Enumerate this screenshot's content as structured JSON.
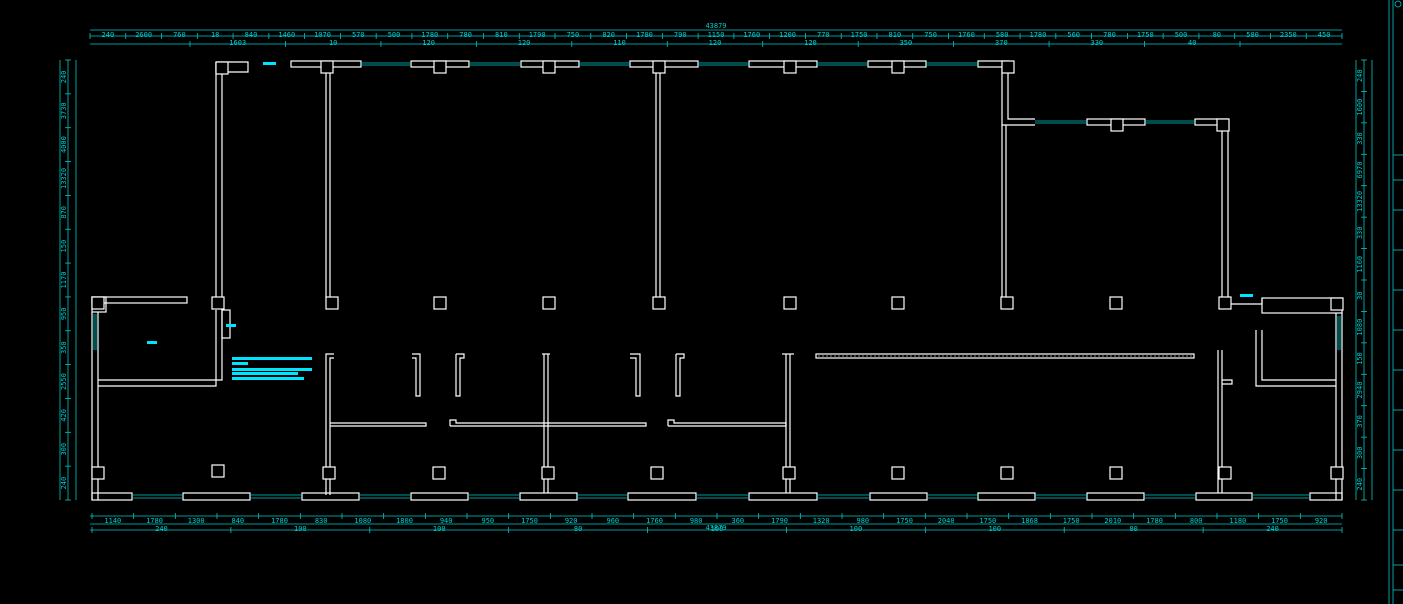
{
  "colors": {
    "background": "#000000",
    "walls": "#ffffff",
    "dimensions": "#00c8c8",
    "markers": "#00e5ff"
  },
  "dims": {
    "overall_top": "43879",
    "overall_bottom": "43879",
    "top_row1": [
      "240",
      "2600",
      "760",
      "18",
      "840",
      "1460",
      "1070",
      "570",
      "500",
      "1780",
      "780",
      "810",
      "1790",
      "750",
      "820",
      "1780",
      "790",
      "1150",
      "1760",
      "1200",
      "770",
      "1750",
      "810",
      "750",
      "1760",
      "580",
      "1780",
      "560",
      "780",
      "1750",
      "500",
      "80",
      "580",
      "2350",
      "450"
    ],
    "top_row2": [
      "1603",
      "10",
      "120",
      "120",
      "110",
      "120",
      "120",
      "350",
      "370",
      "330",
      "40"
    ],
    "bottom_row1": [
      "1140",
      "1780",
      "1300",
      "840",
      "1780",
      "830",
      "1080",
      "1800",
      "940",
      "950",
      "1750",
      "920",
      "960",
      "1760",
      "980",
      "360",
      "1790",
      "1320",
      "980",
      "1750",
      "2040",
      "1750",
      "1868",
      "1750",
      "2010",
      "1780",
      "800",
      "1180",
      "1750",
      "920"
    ],
    "bottom_row2": [
      "240",
      "100",
      "100",
      "80",
      "100",
      "100",
      "100",
      "80",
      "240"
    ],
    "left": [
      "240",
      "3730",
      "4000",
      "13320",
      "870",
      "150",
      "1170",
      "950",
      "350",
      "2550",
      "420",
      "300",
      "240"
    ],
    "right": [
      "240",
      "1600",
      "330",
      "6970",
      "13320",
      "330",
      "1160",
      "30",
      "1080",
      "150",
      "2940",
      "370",
      "300",
      "240"
    ]
  }
}
